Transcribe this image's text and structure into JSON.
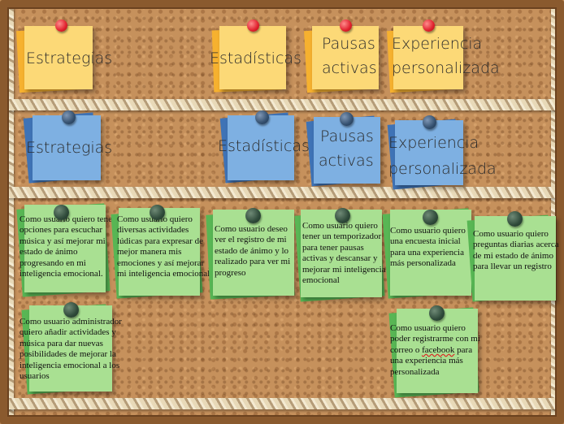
{
  "board": {
    "yellow_row": {
      "estrategias": "Estrategias",
      "estadisticas": "Estadísticas",
      "pausas": [
        "Pausas",
        "activas"
      ],
      "experiencia": [
        "Experiencia",
        "personalizada"
      ]
    },
    "blue_row": {
      "estrategias": "Estrategias",
      "estadisticas": "Estadísticas",
      "pausas": [
        "Pausas",
        "activas"
      ],
      "experiencia": [
        "Experiencia",
        "personalizada"
      ]
    },
    "stories": [
      "Como usuario quiero tener opciones para escuchar música y así mejorar mi estado de ánimo progresando en mi inteligencia emocional.",
      "Como usuario quiero diversas actividades lúdicas para expresar de mejor manera mis emociones y así mejorar mi inteligencia emocional",
      "Como usuario deseo ver el registro de mi estado de ánimo y lo realizado para ver mi progreso",
      "Como usuario quiero tener un temporizador para tener pausas activas y descansar y mejorar mi inteligencia emocional",
      "Como usuario quiero una encuesta inicial para una experiencia más personalizada",
      "Como usuario quiero preguntas diarias acerca de mi estado de ánimo para llevar un registro",
      "Como usuario administrador quiero añadir actividades y música para dar nuevas posibilidades de mejorar la inteligencia emocional a los usuarios"
    ],
    "story_facebook": {
      "before": "Como usuario quiero poder registrarme con mi correo o ",
      "link": "facebook",
      "after": " para una experiencia más personalizada"
    }
  }
}
